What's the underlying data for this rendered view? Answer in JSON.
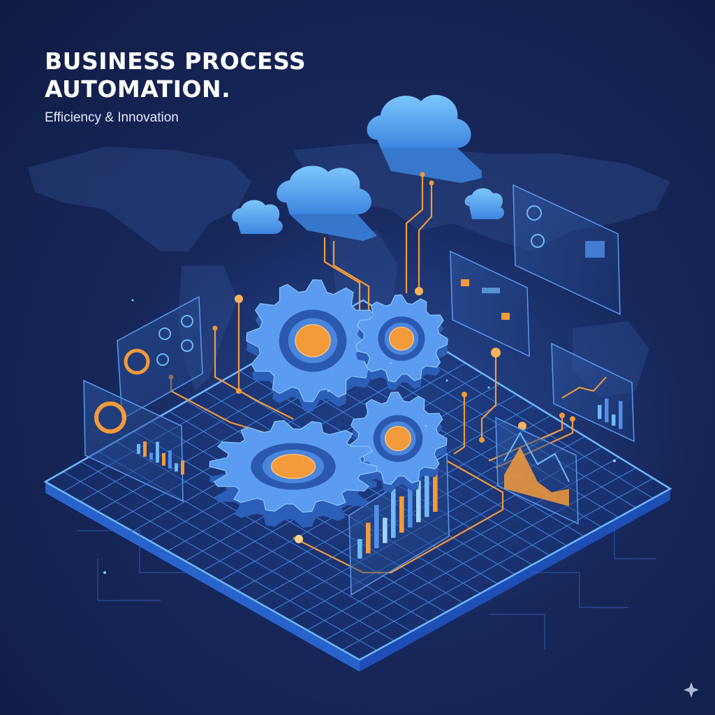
{
  "headline": {
    "line1": "BUSINESS PROCESS",
    "line2": "AUTOMATION.",
    "tagline": "Efficiency & Innovation"
  },
  "colors": {
    "background": "#16275a",
    "gear": "#4f8fe8",
    "gear_light": "#6fb8f7",
    "accent_orange": "#f39a3a",
    "cloud": "#5ab0f0",
    "grid_line": "#3f8ff0",
    "panel": "#2a4a8a"
  },
  "icons": [
    "cloud-icon",
    "gear-icon",
    "world-map",
    "sparkle-icon"
  ]
}
